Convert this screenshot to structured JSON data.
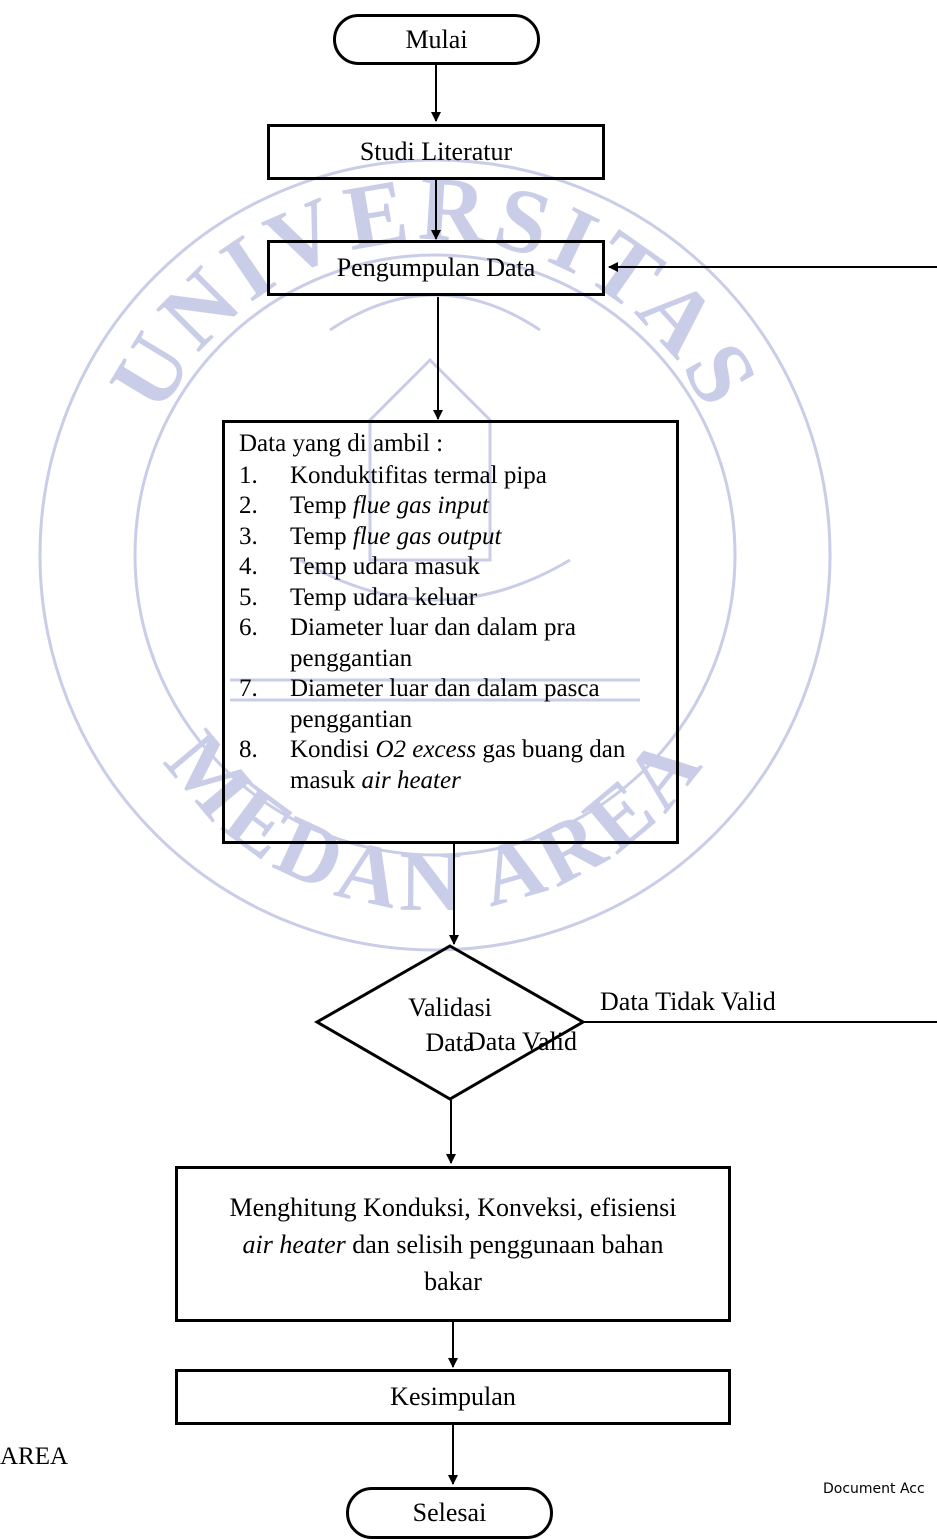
{
  "nodes": {
    "start": "Mulai",
    "study": "Studi Literatur",
    "collect": "Pengumpulan Data",
    "data_header": "Data yang di ambil :",
    "data_items": [
      {
        "num": "1.",
        "parts": [
          {
            "t": "Konduktifitas termal pipa",
            "i": false
          }
        ]
      },
      {
        "num": "2.",
        "parts": [
          {
            "t": "Temp ",
            "i": false
          },
          {
            "t": "flue gas input",
            "i": true
          }
        ]
      },
      {
        "num": "3.",
        "parts": [
          {
            "t": "Temp ",
            "i": false
          },
          {
            "t": "flue gas output",
            "i": true
          }
        ]
      },
      {
        "num": "4.",
        "parts": [
          {
            "t": "Temp udara masuk",
            "i": false
          }
        ]
      },
      {
        "num": "5.",
        "parts": [
          {
            "t": "Temp udara keluar",
            "i": false
          }
        ]
      },
      {
        "num": "6.",
        "parts": [
          {
            "t": "Diameter luar dan dalam pra penggantian",
            "i": false
          }
        ]
      },
      {
        "num": "7.",
        "parts": [
          {
            "t": "Diameter luar dan dalam pasca penggantian",
            "i": false
          }
        ]
      },
      {
        "num": "8.",
        "parts": [
          {
            "t": "Kondisi ",
            "i": false
          },
          {
            "t": "O2 excess",
            "i": true
          },
          {
            "t": " gas buang dan masuk ",
            "i": false
          },
          {
            "t": "air heater",
            "i": true
          }
        ]
      }
    ],
    "validate_line1": "Validasi",
    "validate_line2": "Data",
    "compute_parts": [
      {
        "t": "Menghitung Konduksi, Konveksi, efisiensi ",
        "i": false
      },
      {
        "t": "air heater",
        "i": true
      },
      {
        "t": " dan selisih penggunaan bahan bakar",
        "i": false
      }
    ],
    "conclusion": "Kesimpulan",
    "end": "Selesai"
  },
  "edge_labels": {
    "invalid": "Data Tidak Valid",
    "valid": "Data Valid"
  },
  "side_text": {
    "left": "AREA",
    "right": "Document Acc"
  },
  "watermark": {
    "top_text": "UNIVERSITAS",
    "bottom_text": "MEDAN AREA",
    "color": "#c9cde8"
  }
}
